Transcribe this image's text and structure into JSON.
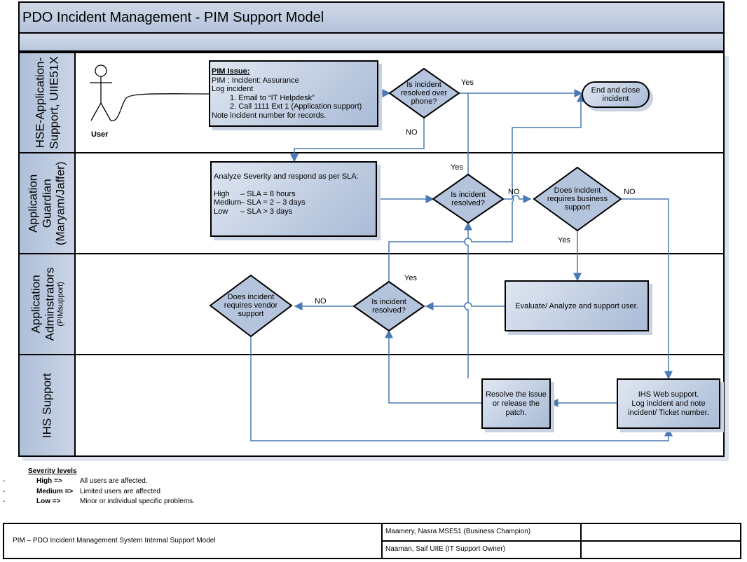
{
  "title": "PDO Incident Management - PIM Support Model",
  "lanes": [
    {
      "label_lines": [
        "HSE-Application-",
        "Support, UIIE51X"
      ]
    },
    {
      "label_lines": [
        "Application",
        "Guardian",
        "(Maryam/Jaffer)"
      ]
    },
    {
      "label_lines": [
        "Application",
        "Adminstrators"
      ],
      "sub": "(PIMsupport)"
    },
    {
      "label_lines": [
        "IHS Support"
      ]
    }
  ],
  "actor": {
    "label": "User"
  },
  "nodes": {
    "pim_issue": {
      "heading": "PIM  Issue:",
      "lines": [
        "PIM : Incident: Assurance",
        "Log incident",
        "1. Email to “IT Helpdesk”",
        "2. Call 1111 Ext 1 (Application support)",
        "Note incident number for records."
      ]
    },
    "d_phone": [
      "Is incident",
      "resolved over",
      "phone?"
    ],
    "end_close": [
      "End and close",
      "incident"
    ],
    "analyze": {
      "heading": "Analyze Severity and respond as per SLA:",
      "rows": [
        {
          "level": "High",
          "sla": "– SLA = 8 hours"
        },
        {
          "level": "Medium",
          "sla": "– SLA = 2 – 3 days"
        },
        {
          "level": "Low",
          "sla": "– SLA > 3  days"
        }
      ]
    },
    "d_resolved_guardian": [
      "Is incident",
      "resolved?"
    ],
    "d_business": [
      "Does incident",
      "requires business",
      "support"
    ],
    "evaluate": "Evaluate/ Analyze and support user.",
    "d_resolved_admin": [
      "Is incident",
      "resolved?"
    ],
    "d_vendor": [
      "Does incident",
      "requires vendor",
      "support"
    ],
    "resolve": [
      "Resolve the issue",
      "or release the",
      "patch."
    ],
    "ihs_web": [
      "IHS Web support.",
      "Log incident and note",
      "incident/ Ticket number."
    ]
  },
  "edge_labels": {
    "yes_phone": "Yes",
    "no_phone": "NO",
    "yes_guardian": "Yes",
    "no_guardian": "NO",
    "no_business": "NO",
    "yes_business": "Yes",
    "yes_admin": "Yes",
    "no_admin": "NO"
  },
  "legend": {
    "title": "Severity levels",
    "items": [
      {
        "bullet": "-",
        "level": "High =>",
        "desc": "All users are affected."
      },
      {
        "bullet": "-",
        "level": "Medium =>",
        "desc": "Limited users are affected"
      },
      {
        "bullet": "-",
        "level": "Low =>",
        "desc": "Minor or individual specific problems."
      }
    ]
  },
  "footer": {
    "system": "PIM – PDO Incident  Management System Internal Support Model",
    "champion": "Maamery, Nasra MSE51 (Business Champion)",
    "owner": "Naaman, Saif UIIE (IT Support Owner)"
  },
  "colors": {
    "connector": "#4a7ab5",
    "shape_fill_light": "#dfe6f1",
    "shape_fill_dark": "#a9bbd6",
    "lane_fill": "#b8c7de"
  }
}
